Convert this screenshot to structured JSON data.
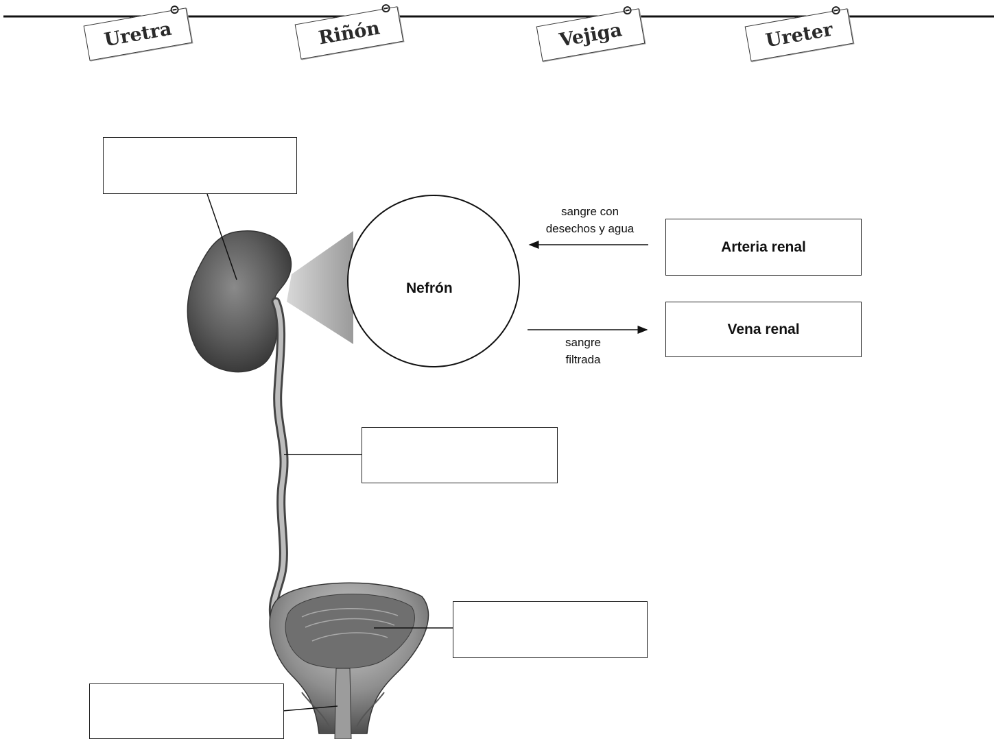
{
  "tags": [
    {
      "label": "Uretra"
    },
    {
      "label": "Riñón"
    },
    {
      "label": "Vejiga"
    },
    {
      "label": "Ureter"
    }
  ],
  "nephron": {
    "label": "Nefrón"
  },
  "flows": {
    "in_label_line1": "sangre con",
    "in_label_line2": "desechos y agua",
    "out_label_line1": "sangre",
    "out_label_line2": "filtrada"
  },
  "vessels": {
    "artery": "Arteria renal",
    "vein": "Vena renal"
  },
  "answer_boxes": {
    "kidney": "",
    "ureter": "",
    "bladder": "",
    "urethra": ""
  }
}
